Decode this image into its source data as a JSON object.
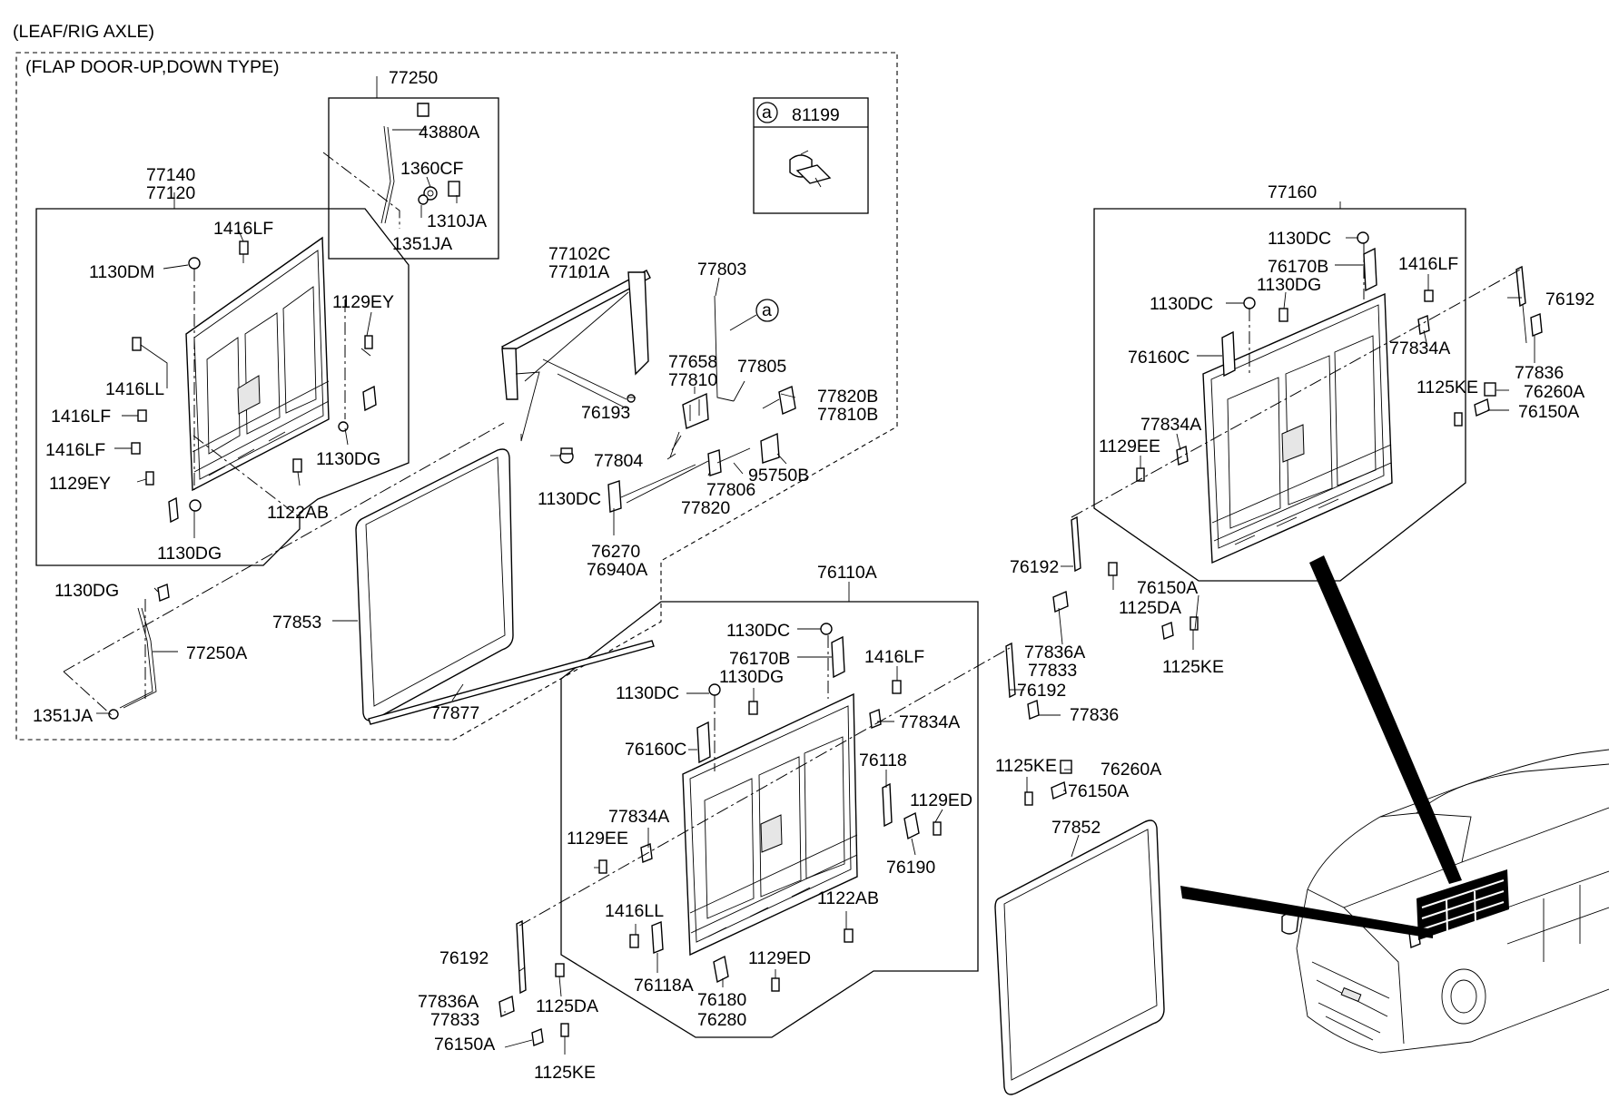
{
  "header": {
    "axle": "(LEAF/RIG AXLE)",
    "type": "(FLAP DOOR-UP,DOWN TYPE)"
  },
  "callout": {
    "marker": "a",
    "part": "81199"
  },
  "labels": {
    "p77250": "77250",
    "p43880A": "43880A",
    "p1360CF": "1360CF",
    "p1310JA": "1310JA",
    "p1351JA_top": "1351JA",
    "p77140": "77140",
    "p77120": "77120",
    "p1416LF_a": "1416LF",
    "p1130DM": "1130DM",
    "p1129EY_a": "1129EY",
    "p1416LL_a": "1416LL",
    "p1416LF_b": "1416LF",
    "p1130DG_a": "1130DG",
    "p1416LF_c": "1416LF",
    "p1129EY_b": "1129EY",
    "p1122AB_a": "1122AB",
    "p1130DG_b": "1130DG",
    "p77102C": "77102C",
    "p77101A": "77101A",
    "p77803": "77803",
    "p77658": "77658",
    "p77810": "77810",
    "p77805": "77805",
    "p76193": "76193",
    "p77820B": "77820B",
    "p77810B": "77810B",
    "p77804": "77804",
    "p77806": "77806",
    "p95750B": "95750B",
    "p1130DC_a": "1130DC",
    "p77820": "77820",
    "p76270": "76270",
    "p76940A": "76940A",
    "p1130DG_c": "1130DG",
    "p77853": "77853",
    "p77250A": "77250A",
    "p1351JA_b": "1351JA",
    "p77877": "77877",
    "p77160": "77160",
    "p1130DC_b": "1130DC",
    "p76170B_a": "76170B",
    "p1130DG_d": "1130DG",
    "p1416LF_d": "1416LF",
    "p1130DC_c": "1130DC",
    "p76192_a": "76192",
    "p77834A_a": "77834A",
    "p76160C_a": "76160C",
    "p77836_a": "77836",
    "p1125KE_a": "1125KE",
    "p76260A_a": "76260A",
    "p76150A_a": "76150A",
    "p77834A_b": "77834A",
    "p1129EE_a": "1129EE",
    "p76192_b": "76192",
    "p1125DA_a": "1125DA",
    "p76150A_b": "76150A",
    "p77836A_a": "77836A",
    "p77833_a": "77833",
    "p1125KE_b": "1125KE",
    "p76110A": "76110A",
    "p1130DC_d": "1130DC",
    "p76170B_b": "76170B",
    "p1416LF_e": "1416LF",
    "p1130DC_e": "1130DC",
    "p1130DG_e": "1130DG",
    "p76192_c": "76192",
    "p77836_b": "77836",
    "p77834A_c": "77834A",
    "p76160C_b": "76160C",
    "p76118": "76118",
    "p1125KE_c": "1125KE",
    "p76260A_b": "76260A",
    "p76150A_c": "76150A",
    "p77834A_d": "77834A",
    "p1129ED_a": "1129ED",
    "p1129EE_b": "1129EE",
    "p76190": "76190",
    "p77852": "77852",
    "p1122AB_b": "1122AB",
    "p1416LL_b": "1416LL",
    "p76192_d": "76192",
    "p1129ED_b": "1129ED",
    "p76118A": "76118A",
    "p76180": "76180",
    "p76280": "76280",
    "p77836A_b": "77836A",
    "p77833_b": "77833",
    "p1125DA_b": "1125DA",
    "p76150A_d": "76150A",
    "p1125KE_d": "1125KE"
  }
}
